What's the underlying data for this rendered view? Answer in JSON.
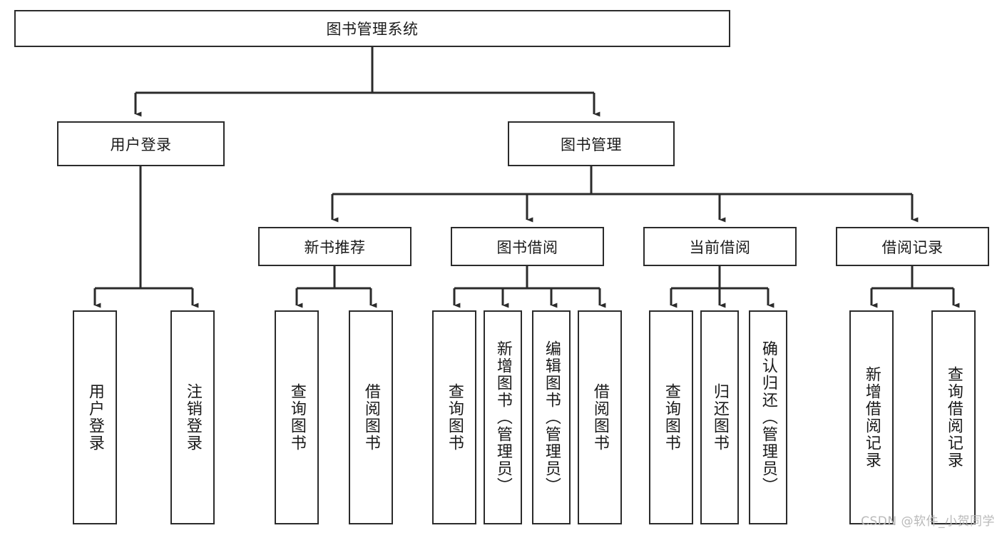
{
  "diagram": {
    "title": "图书管理系统",
    "type": "tree",
    "watermark": "CSDN @软件_小贺同学",
    "colors": {
      "box_border": "#2b2b2b",
      "box_fill": "#ffffff",
      "connector": "#2b2b2b",
      "text": "#1a1a1a",
      "watermark": "#b9b9b9"
    },
    "levels": {
      "root": {
        "label": "图书管理系统"
      },
      "level2": [
        {
          "label": "用户登录"
        },
        {
          "label": "图书管理"
        }
      ],
      "level3": [
        {
          "label": "新书推荐"
        },
        {
          "label": "图书借阅"
        },
        {
          "label": "当前借阅"
        },
        {
          "label": "借阅记录"
        }
      ],
      "leaves": {
        "user_login": [
          {
            "label": "用户登录"
          },
          {
            "label": "注销登录"
          }
        ],
        "new_book_recommend": [
          {
            "label": "查询图书"
          },
          {
            "label": "借阅图书"
          }
        ],
        "book_borrow": [
          {
            "label": "查询图书"
          },
          {
            "label": "新增图书（管理员）"
          },
          {
            "label": "编辑图书（管理员）"
          },
          {
            "label": "借阅图书"
          }
        ],
        "current_borrow": [
          {
            "label": "查询图书"
          },
          {
            "label": "归还图书"
          },
          {
            "label": "确认归还（管理员）"
          }
        ],
        "borrow_record": [
          {
            "label": "新增借阅记录"
          },
          {
            "label": "查询借阅记录"
          }
        ]
      }
    }
  }
}
